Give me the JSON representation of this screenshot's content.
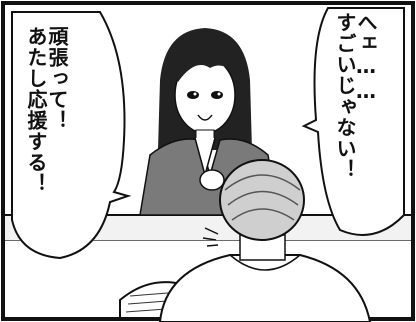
{
  "left_bubble": {
    "line1": "頑張って！",
    "line2": "あたし応援する！"
  },
  "right_bubble": {
    "line1": "へェ……",
    "line2": "すごいじゃない！"
  }
}
